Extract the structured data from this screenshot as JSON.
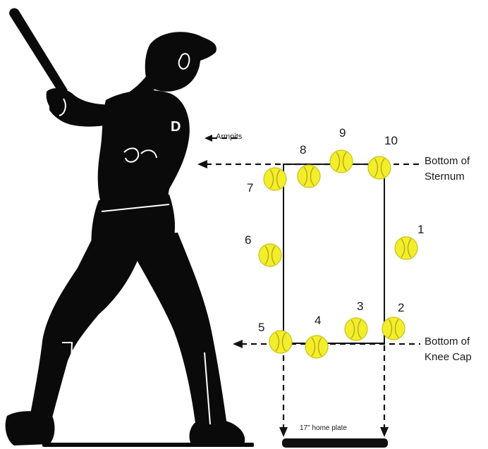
{
  "labels": {
    "armpits": "Armpits",
    "sternum_line1": "Bottom of",
    "sternum_line2": "Sternum",
    "knee_line1": "Bottom of",
    "knee_line2": "Knee Cap",
    "plate": "17\" home plate",
    "jersey_number": "D"
  },
  "balls": [
    {
      "number": "1"
    },
    {
      "number": "2"
    },
    {
      "number": "3"
    },
    {
      "number": "4"
    },
    {
      "number": "5"
    },
    {
      "number": "6"
    },
    {
      "number": "7"
    },
    {
      "number": "8"
    },
    {
      "number": "9"
    },
    {
      "number": "10"
    }
  ],
  "colors": {
    "ball_fill": "#f2ee2b",
    "ball_stroke": "#c9c21a",
    "ball_seam": "#b9a818",
    "silhouette": "#0a0a0a",
    "lines": "#111111"
  }
}
